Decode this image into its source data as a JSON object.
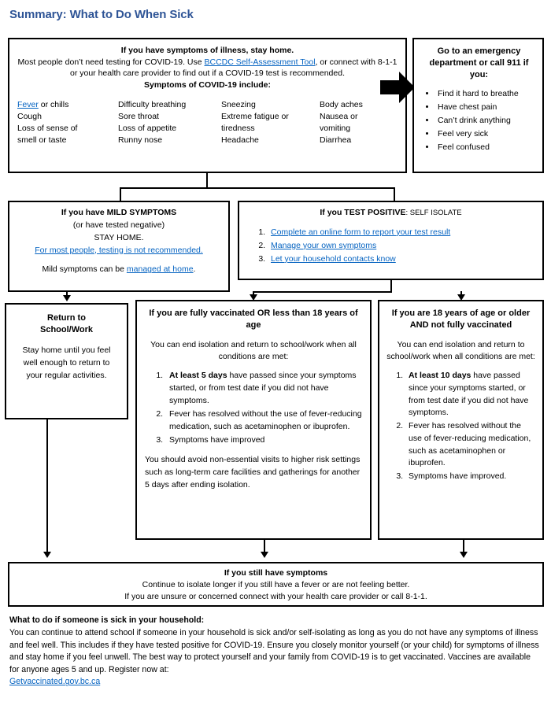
{
  "page": {
    "title": "Summary: What to Do When Sick",
    "title_color": "#2E5496",
    "link_color": "#0563C1"
  },
  "stay_home_box": {
    "heading": "If you have symptoms of illness, stay home.",
    "line2_pre": "Most people don’t need testing for COVID-19. Use ",
    "line2_link": "BCCDC Self-Assessment Tool",
    "line2_post": ", or connect with 8-1-1 or your health care provider to find out if a COVID-19 test is recommended.",
    "symptoms_heading": "Symptoms of COVID-19 include:",
    "symptom_columns": [
      {
        "items": [
          {
            "link": "Fever",
            "rest": " or chills"
          },
          {
            "link": "",
            "rest": "Cough"
          },
          {
            "link": "",
            "rest": "Loss of sense of"
          },
          {
            "link": "",
            "rest": "smell or taste"
          }
        ]
      },
      {
        "items": [
          {
            "link": "",
            "rest": "Difficulty breathing"
          },
          {
            "link": "",
            "rest": "Sore throat"
          },
          {
            "link": "",
            "rest": "Loss of appetite"
          },
          {
            "link": "",
            "rest": "Runny nose"
          }
        ]
      },
      {
        "items": [
          {
            "link": "",
            "rest": "Sneezing"
          },
          {
            "link": "",
            "rest": "Extreme fatigue or"
          },
          {
            "link": "",
            "rest": "tiredness"
          },
          {
            "link": "",
            "rest": "Headache"
          }
        ]
      },
      {
        "items": [
          {
            "link": "",
            "rest": "Body aches"
          },
          {
            "link": "",
            "rest": "Nausea or"
          },
          {
            "link": "",
            "rest": "vomiting"
          },
          {
            "link": "",
            "rest": "Diarrhea"
          }
        ]
      }
    ]
  },
  "emergency_box": {
    "heading": "Go to an emergency department or call 911 if you:",
    "items": [
      "Find it hard to breathe",
      "Have chest pain",
      "Can’t drink anything",
      "Feel very sick",
      "Feel confused"
    ]
  },
  "mild_box": {
    "heading": "If you have MILD SYMPTOMS",
    "line2": "(or have tested negative)",
    "line3": "STAY HOME.",
    "link_line": "For most people, testing is not recommended.",
    "last_pre": "Mild symptoms can be ",
    "last_link": "managed at home",
    "last_post": "."
  },
  "positive_box": {
    "heading_bold": "If you TEST POSITIVE",
    "heading_rest": ": SELF ISOLATE",
    "steps": [
      "Complete an online form to report your test result",
      "Manage your own symptoms",
      "Let your household contacts know"
    ]
  },
  "return_box": {
    "heading_line1": "Return to",
    "heading_line2": "School/Work",
    "body": "Stay home until you feel well enough to return to your regular activities."
  },
  "vaxxed_box": {
    "heading": "If you are fully vaccinated OR less than 18 years of age",
    "subheading": "You can end isolation and return to school/work when all conditions are met:",
    "conditions": [
      {
        "bold": "At least 5 days",
        "rest": " have passed since your symptoms started, or from test date if you did not have symptoms."
      },
      {
        "bold": "",
        "rest": "Fever has resolved without the use of fever-reducing medication, such as acetaminophen or ibuprofen."
      },
      {
        "bold": "",
        "rest": "Symptoms have improved"
      }
    ],
    "tail": "You should avoid non-essential visits to higher risk settings such as long-term care facilities and gatherings for another 5 days after ending isolation."
  },
  "unvaxxed_box": {
    "heading": "If you are 18 years of age or older AND not fully vaccinated",
    "subheading": "You can end isolation and return to school/work when all conditions are met:",
    "conditions": [
      {
        "bold": "At least 10 days",
        "rest": " have passed since your symptoms started, or from test date if you did not have symptoms."
      },
      {
        "bold": "",
        "rest": "Fever has resolved without the use of fever-reducing medication, such as acetaminophen or ibuprofen."
      },
      {
        "bold": "",
        "rest": "Symptoms have improved."
      }
    ]
  },
  "still_symptoms_box": {
    "heading": "If you still have symptoms",
    "line2": "Continue to isolate longer if you still have a fever or are not feeling better.",
    "line3": "If you are unsure or concerned connect with your health care provider or call 8-1-1."
  },
  "footer": {
    "heading": "What to do if someone is sick in your household:",
    "body": "You can continue to attend school if someone in your household is sick and/or self-isolating as long as you do not have any symptoms of illness and feel well. This includes if they have tested positive for COVID-19. Ensure you closely monitor yourself (or your child) for symptoms of illness and stay home if you feel unwell. The best way to protect yourself and your family from COVID-19 is to get vaccinated. Vaccines are available for anyone ages 5 and up. Register now at:",
    "link": "Getvaccinated.gov.bc.ca"
  }
}
